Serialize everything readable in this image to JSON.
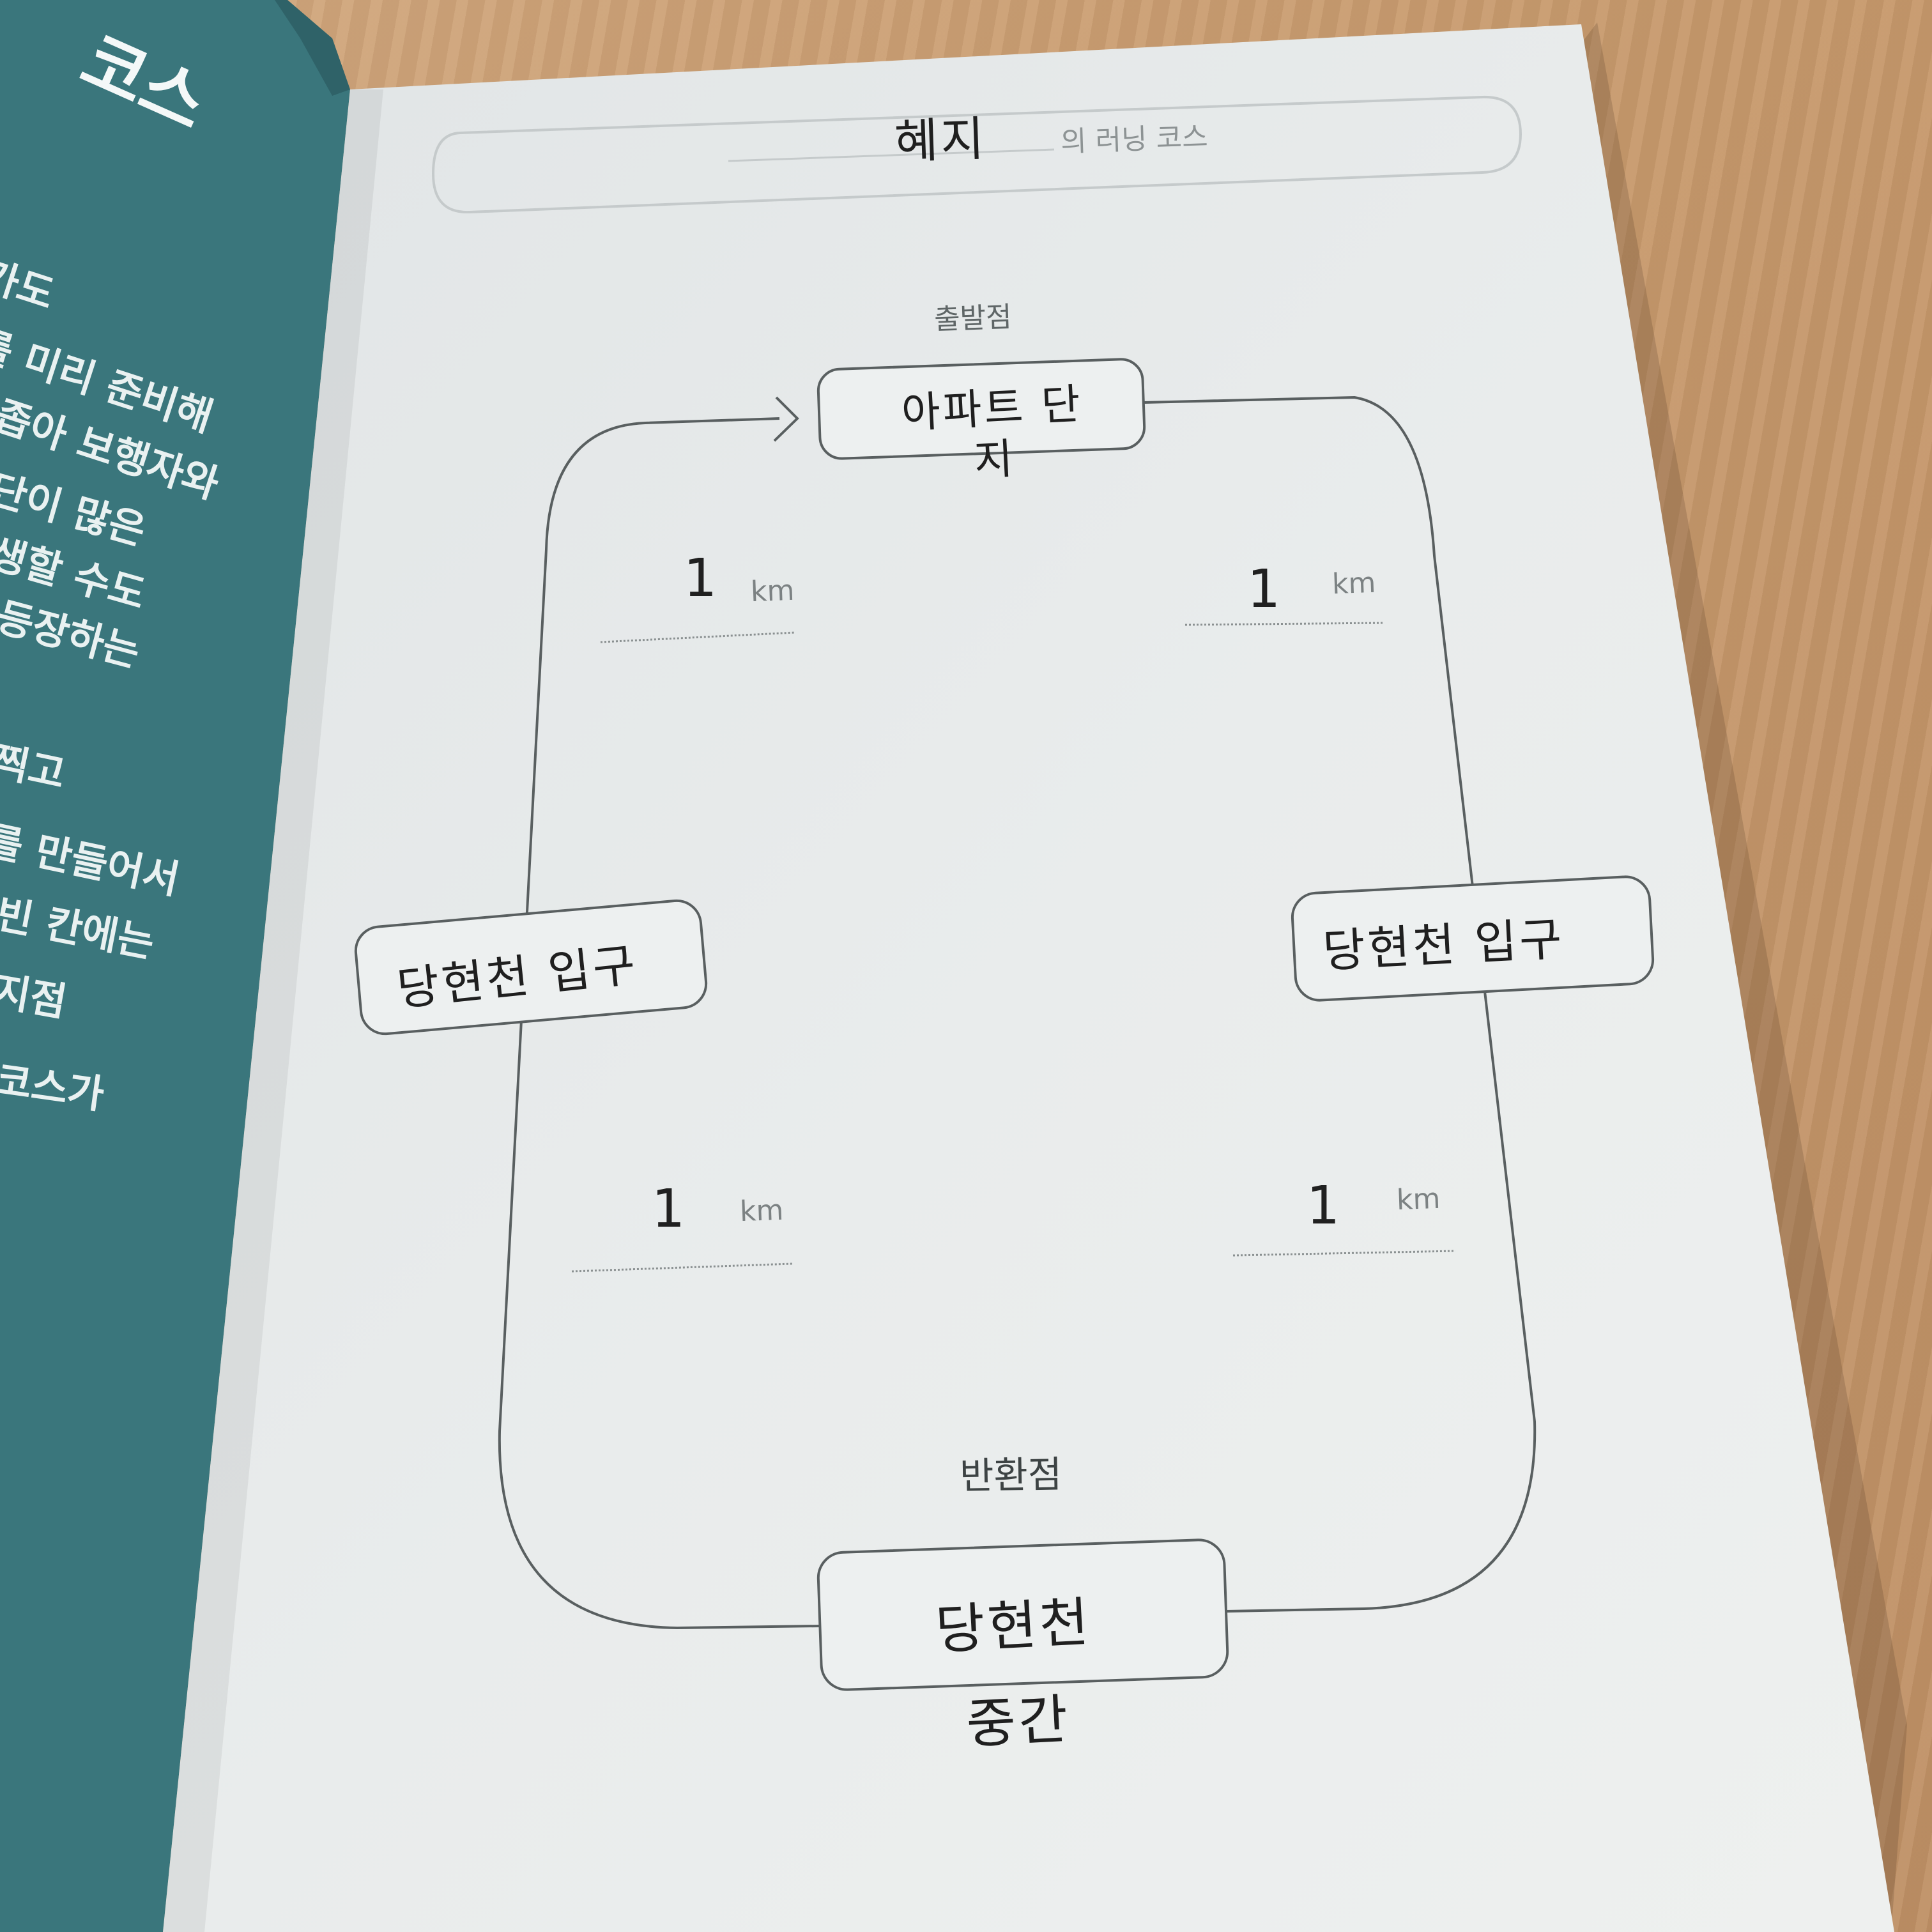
{
  "left_page": {
    "title": "코스",
    "lines": [
      "가도",
      "를 미리 준비해",
      "좁아 보행자와",
      "단이 많은",
      "생할 수도",
      "등장하는",
      "찍고",
      "를 만들어서",
      "빈 칸에는",
      "지점",
      "코스가"
    ]
  },
  "header": {
    "name": "혜지",
    "suffix": "의 러닝 코스"
  },
  "course": {
    "start_label": "출발점",
    "start_point": "아파트 단지",
    "turn_label": "반환점",
    "turn_point": "당현천 중간",
    "left_checkpoint": "당현천 입구",
    "right_checkpoint": "당현천 입구",
    "distances": [
      {
        "value": "1",
        "unit": "km"
      },
      {
        "value": "1",
        "unit": "km"
      },
      {
        "value": "1",
        "unit": "km"
      },
      {
        "value": "1",
        "unit": "km"
      }
    ]
  },
  "colors": {
    "cover": "#3d7a80",
    "paper": "#e9ecec",
    "line": "#5d6263",
    "wood": "#c9996b"
  }
}
